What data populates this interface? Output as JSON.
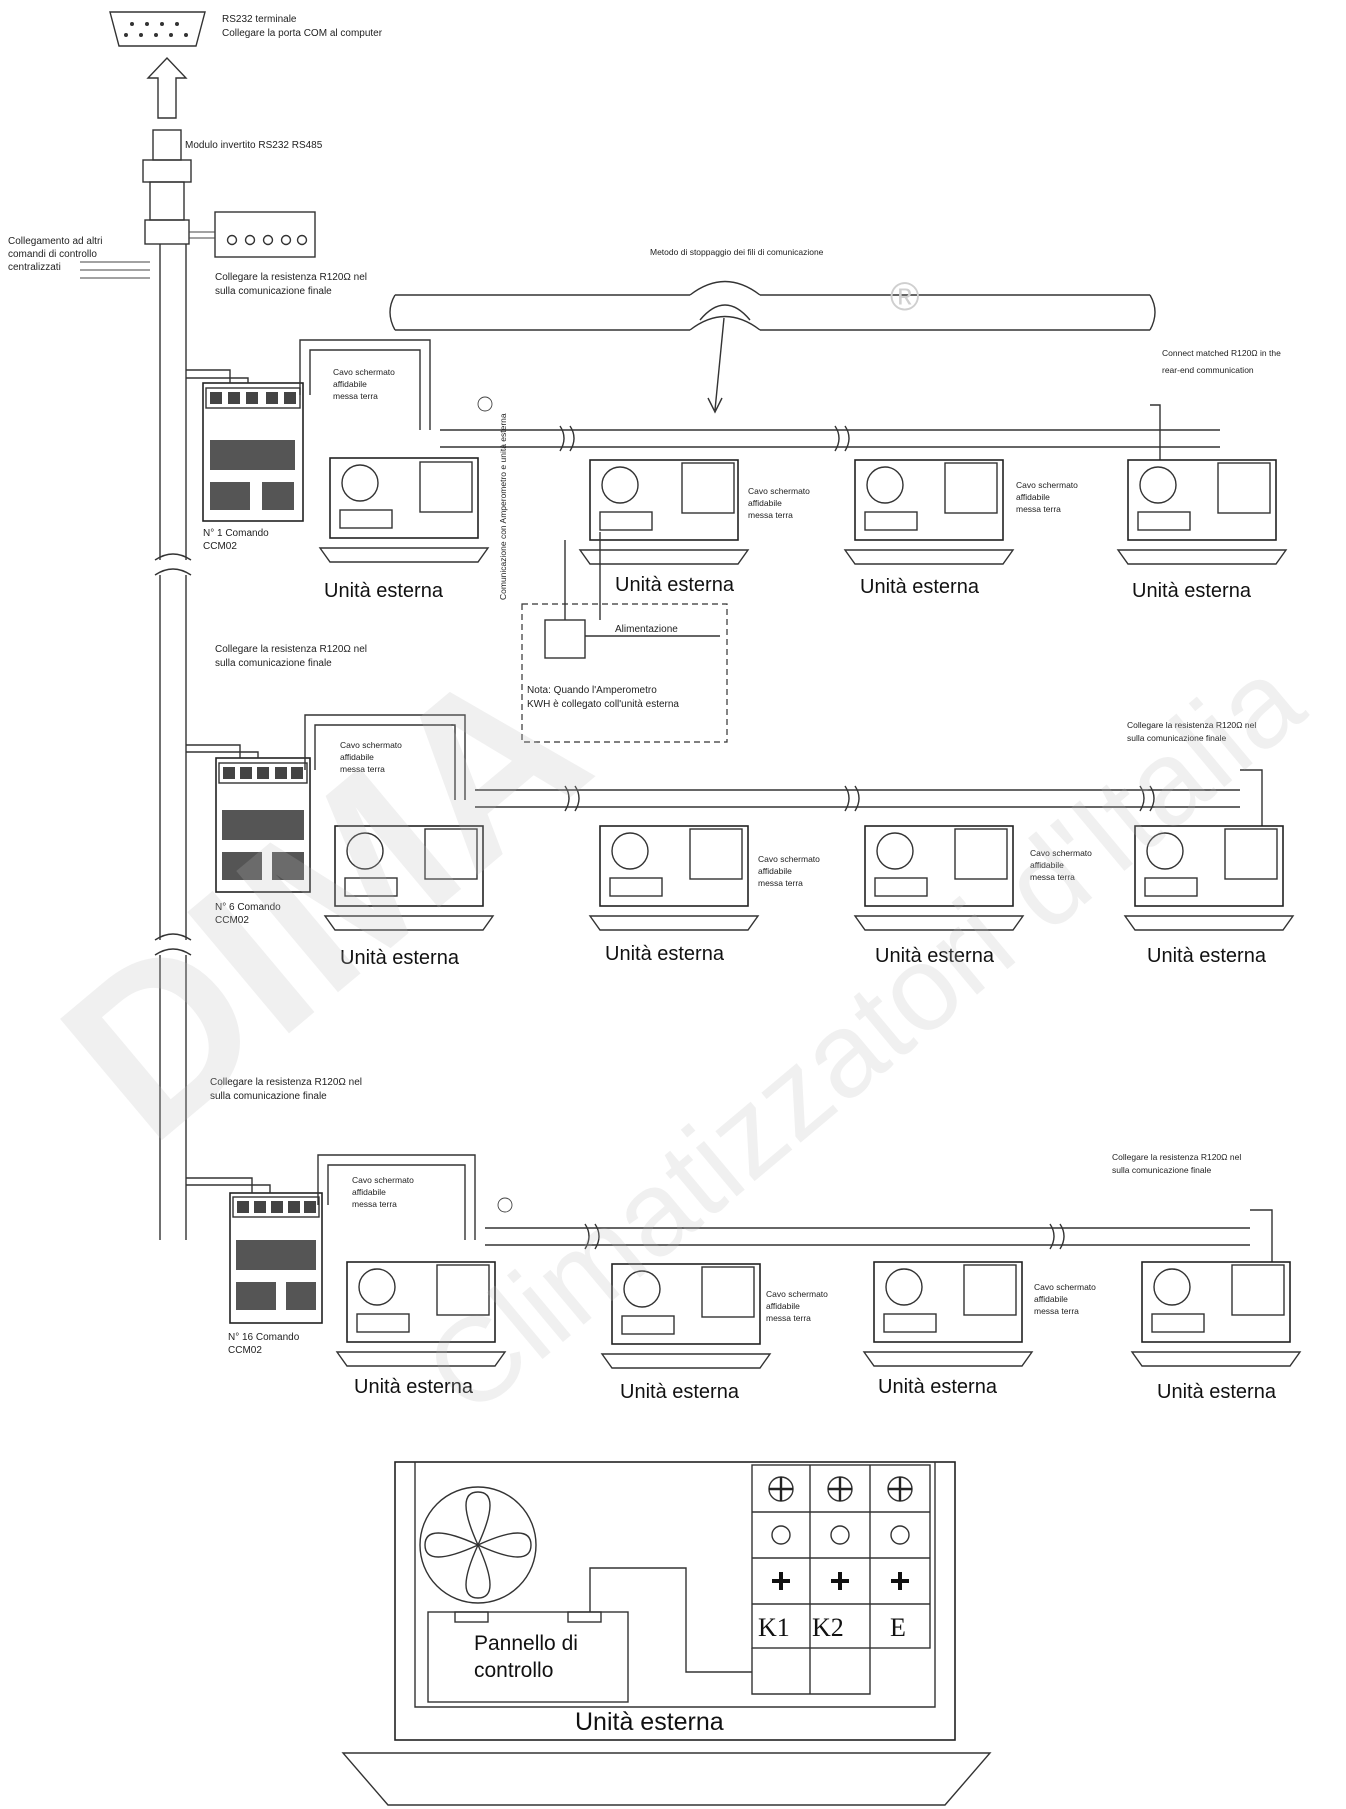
{
  "watermark": {
    "logo": "DIMA",
    "text": "Climatizzatori d'Italia",
    "reg": "®"
  },
  "top": {
    "rs232_terminal": "RS232 terminale",
    "rs232_connect": "Collegare la porta COM al computer",
    "converter_module": "Modulo invertito RS232 RS485",
    "link_other_l1": "Collegamento ad altri",
    "link_other_l2": "comandi di controllo",
    "link_other_l3": "centralizzati",
    "splice_method": "Metodo di stoppaggio dei fili di comunicazione"
  },
  "labels": {
    "resistor_l1": "Collegare la resistenza R120Ω nel",
    "resistor_l2": "sulla comunicazione finale",
    "shielded_l1": "Cavo schermato",
    "shielded_l2": "affidabile",
    "shielded_l3": "messa terra",
    "rear_l1": "Connect matched R120Ω in the",
    "rear_l2": "rear-end communication",
    "ammeter_comm": "Comunicazione con Amperometro e unità esterna",
    "power": "Alimentazione",
    "note_l1": "Nota: Quando l'Amperometro",
    "note_l2": "KWH è collegato coll'unità esterna",
    "outdoor_unit": "Unità esterna"
  },
  "controllers": [
    {
      "line1": "N° 1 Comando",
      "line2": "CCM02"
    },
    {
      "line1": "N° 6 Comando",
      "line2": "CCM02"
    },
    {
      "line1": "N° 16 Comando",
      "line2": "CCM02"
    }
  ],
  "detail": {
    "panel_l1": "Pannello di",
    "panel_l2": "controllo",
    "terminals": [
      "K1",
      "K2",
      "E"
    ],
    "unit_label": "Unità esterna"
  }
}
